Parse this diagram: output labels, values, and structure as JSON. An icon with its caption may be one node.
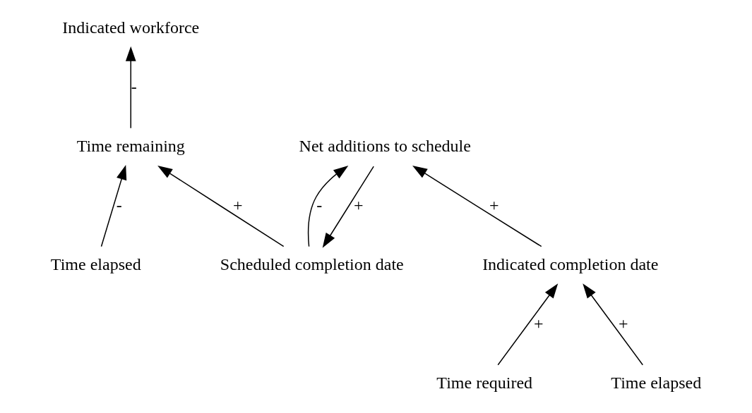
{
  "diagram": {
    "nodes": [
      {
        "text": [
          "Indicated workforce"
        ]
      },
      {
        "text": [
          "Time remaining"
        ]
      },
      {
        "text": [
          "Time elapsed"
        ]
      },
      {
        "text": [
          "Scheduled completion date"
        ]
      },
      {
        "text": [
          "Net additions to schedule"
        ]
      },
      {
        "text": [
          "Time required"
        ]
      },
      {
        "text": [
          "Time elapsed"
        ]
      },
      {
        "text": [
          "Indicated completion date"
        ]
      }
    ],
    "edges": [
      {
        "from": 1,
        "to": 0,
        "arrow": "to",
        "label": "-"
      },
      {
        "from": 2,
        "to": 1,
        "arrow": "to",
        "label": "-"
      },
      {
        "from": 3,
        "to": 1,
        "arrow": "to",
        "label": "+"
      },
      {
        "from": 3,
        "to": 4,
        "arrow": "to",
        "label": "-"
      },
      {
        "from": 4,
        "to": 3,
        "arrow": "to",
        "label": "+"
      },
      {
        "from": 7,
        "to": 4,
        "arrow": "to",
        "label": "+"
      },
      {
        "from": 5,
        "to": 7,
        "arrow": "to",
        "label": "+"
      },
      {
        "from": 6,
        "to": 7,
        "arrow": "to",
        "label": "+"
      }
    ]
  }
}
